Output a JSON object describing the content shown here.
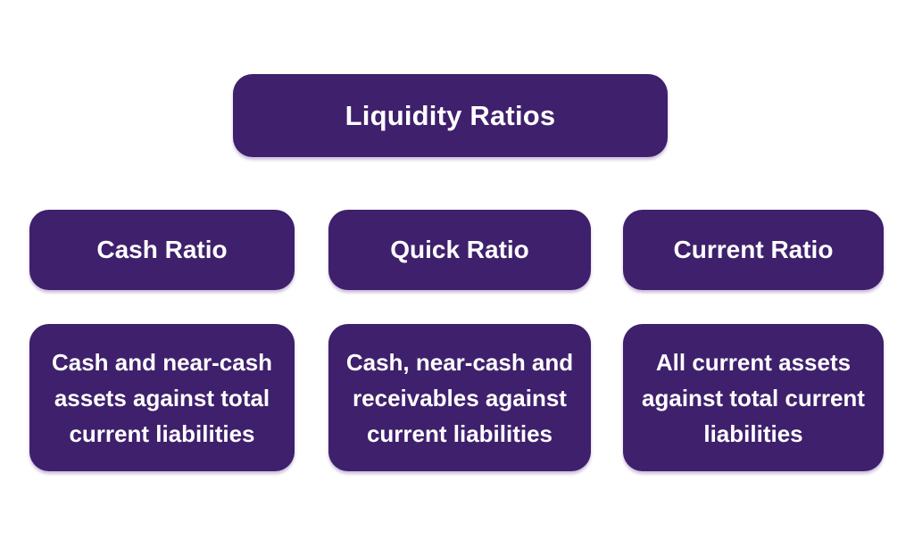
{
  "diagram": {
    "title": "Liquidity Ratios",
    "colors": {
      "box_fill": "#3f206c",
      "text": "#ffffff",
      "background": "#ffffff"
    },
    "columns": [
      {
        "ratio_label": "Cash Ratio",
        "description": "Cash and near-cash assets against total current liabilities",
        "description_lines": [
          "Cash and near-cash",
          "assets against total",
          "current liabilities"
        ]
      },
      {
        "ratio_label": "Quick Ratio",
        "description": "Cash, near-cash and receivables against current liabilities",
        "description_lines": [
          "Cash, near-cash and",
          "receivables against",
          "current liabilities"
        ]
      },
      {
        "ratio_label": "Current Ratio",
        "description": "All current assets against total current liabilities",
        "description_lines": [
          "All current assets",
          "against total current",
          "liabilities"
        ]
      }
    ]
  }
}
